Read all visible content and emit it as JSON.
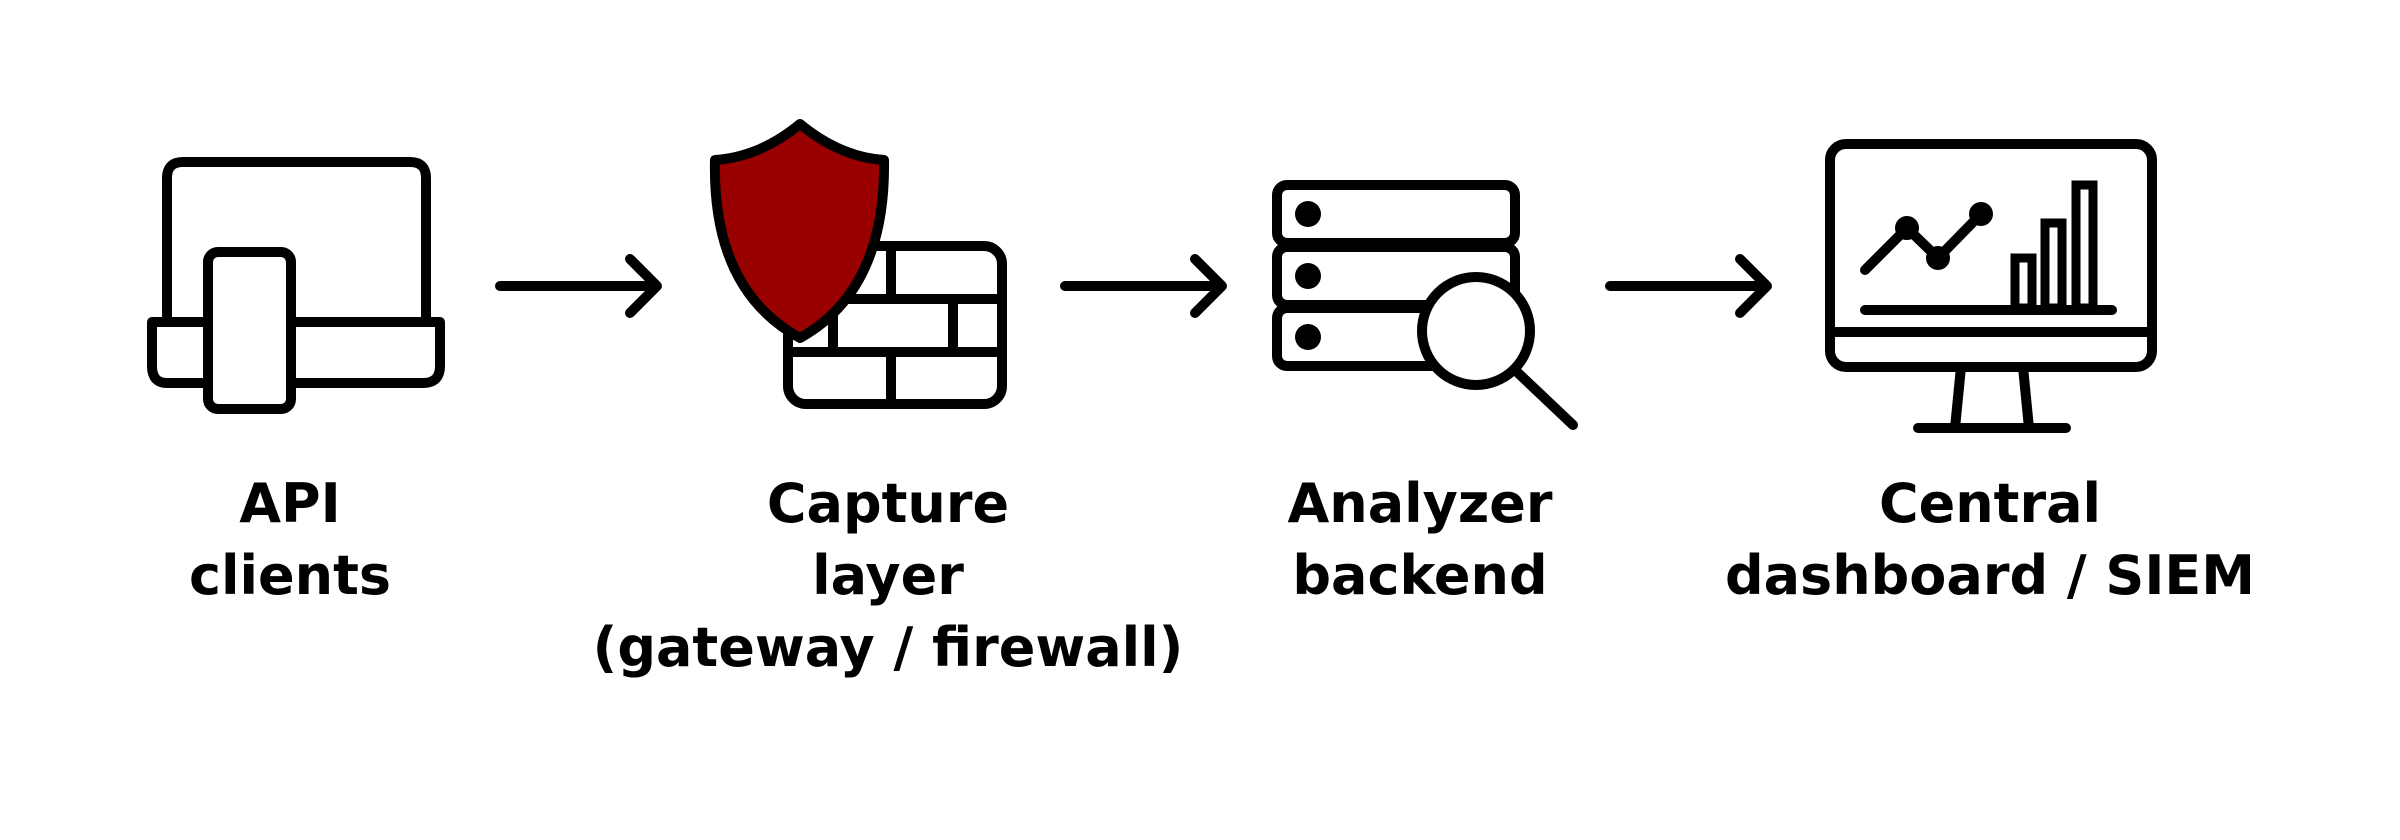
{
  "diagram": {
    "title": "API traffic capture pipeline",
    "colors": {
      "stroke": "#000000",
      "shield_fill": "#990000",
      "background": "#ffffff"
    },
    "nodes": [
      {
        "id": "api-clients",
        "icon": "laptop-and-phone-icon",
        "label_lines": [
          "API",
          "clients"
        ]
      },
      {
        "id": "capture-layer",
        "icon": "shield-firewall-icon",
        "label_lines": [
          "Capture",
          "layer",
          "(gateway / firewall)"
        ]
      },
      {
        "id": "analyzer-backend",
        "icon": "server-magnifier-icon",
        "label_lines": [
          "Analyzer",
          "backend"
        ]
      },
      {
        "id": "central-dashboard",
        "icon": "monitor-chart-icon",
        "label_lines": [
          "Central",
          "dashboard / SIEM"
        ]
      }
    ],
    "edges": [
      {
        "from": "api-clients",
        "to": "capture-layer",
        "icon": "arrow-right-icon"
      },
      {
        "from": "capture-layer",
        "to": "analyzer-backend",
        "icon": "arrow-right-icon"
      },
      {
        "from": "analyzer-backend",
        "to": "central-dashboard",
        "icon": "arrow-right-icon"
      }
    ]
  }
}
